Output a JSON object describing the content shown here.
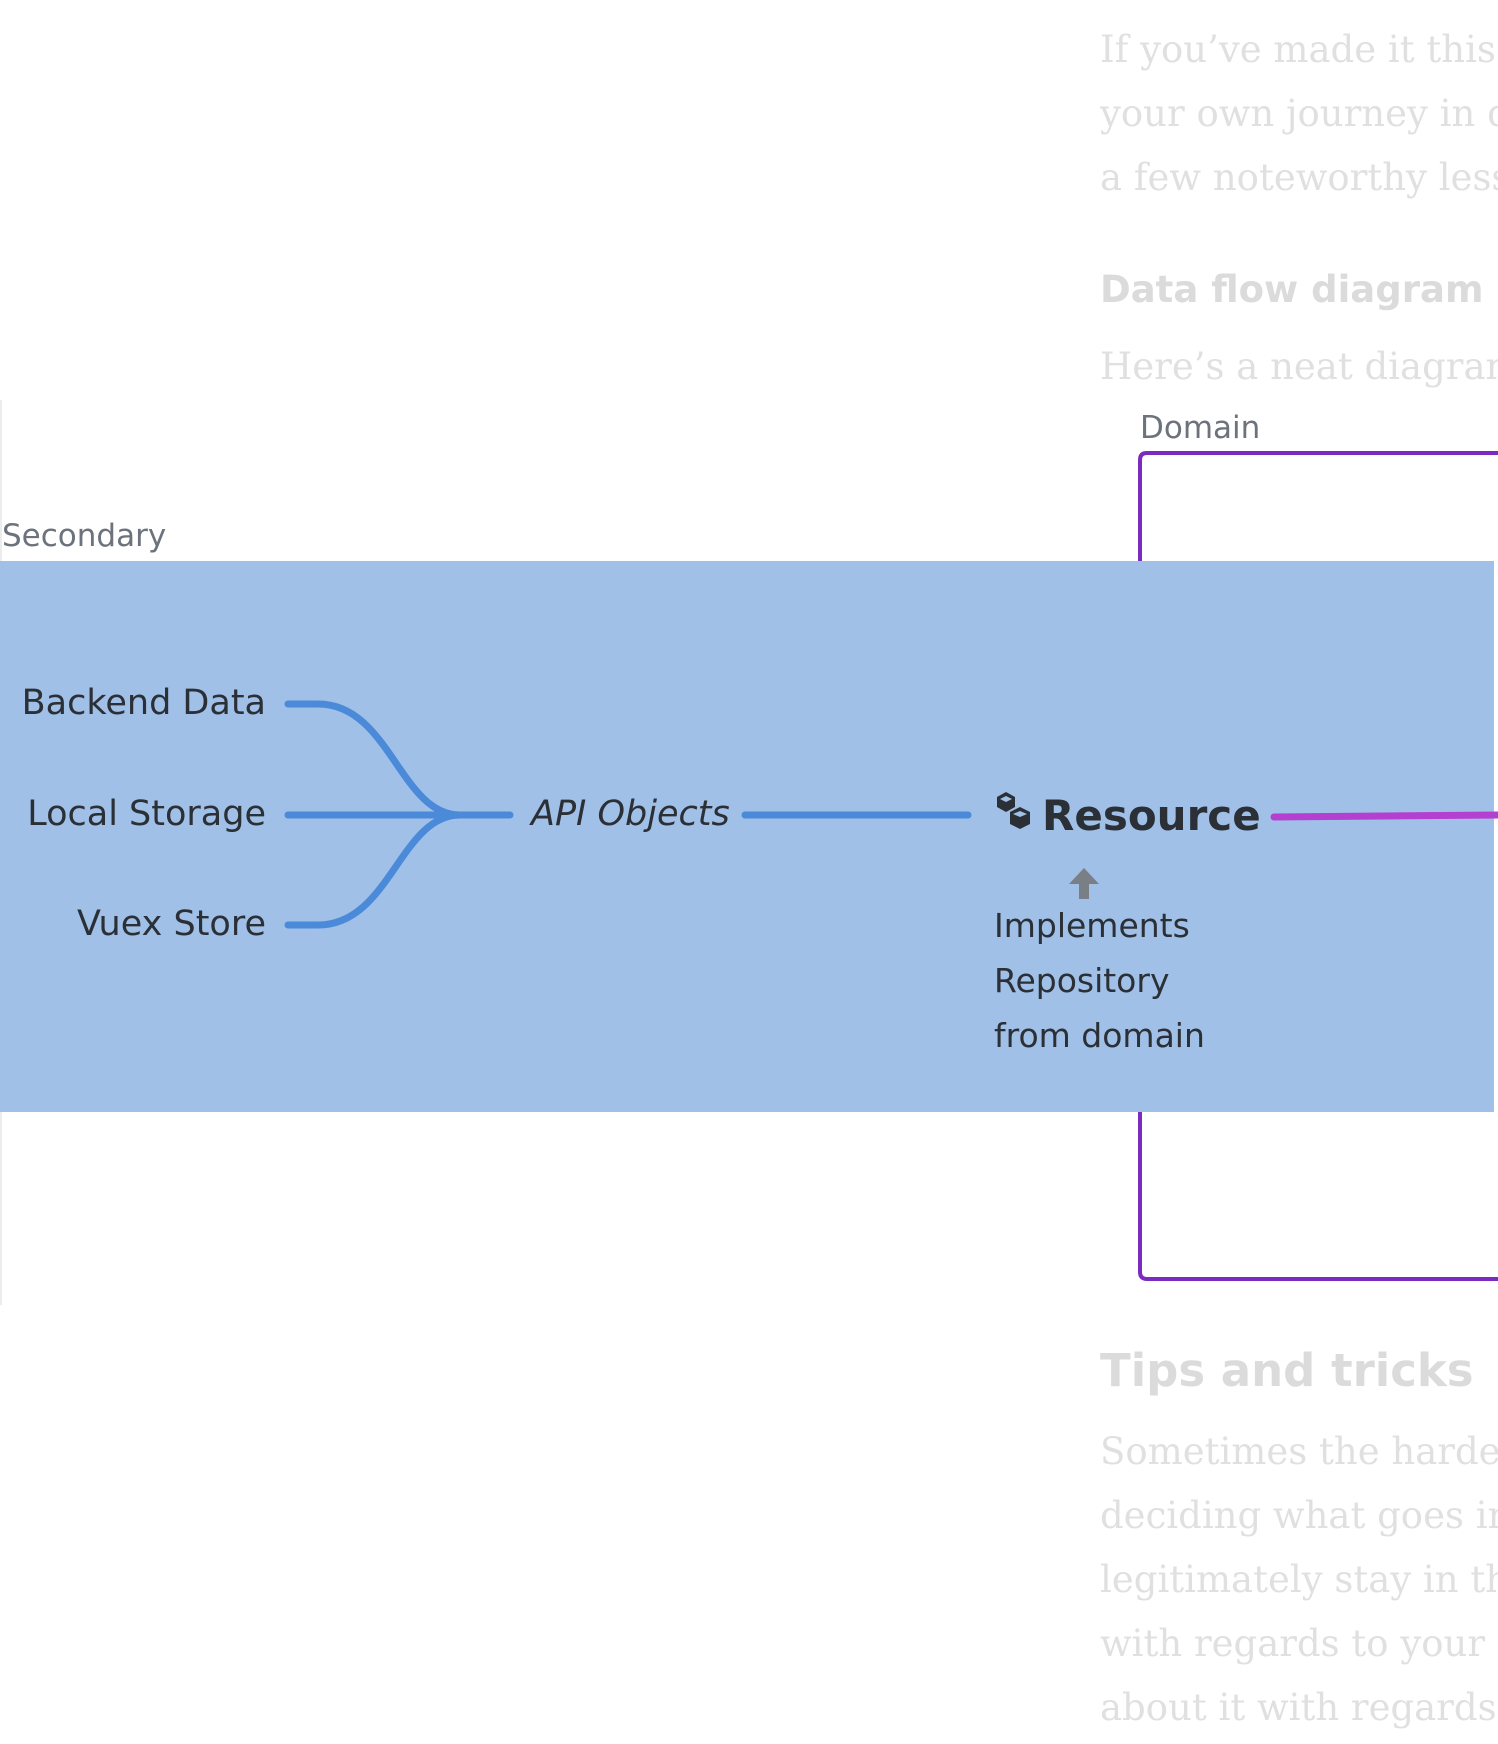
{
  "article": {
    "intro_lines": [
      "If you’ve made it this fa",
      "your own journey in do",
      "a few noteworthy lesso"
    ],
    "heading_1": "Data flow diagram",
    "heading_1_text": "Here’s a neat diagram t",
    "heading_2": "Tips and tricks",
    "tips_lines": [
      "Sometimes the hardest",
      "deciding what goes in t",
      "legitimately stay in the",
      "with regards to your fr",
      "about it with regards to"
    ]
  },
  "diagram": {
    "domain_label": "Domain",
    "secondary_label": "Secondary",
    "sources": [
      "Backend Data",
      "Local Storage",
      "Vuex Store"
    ],
    "api_objects": "API Objects",
    "resource": "Resource",
    "resource_icon": "cubes-icon",
    "arrow_icon": "arrow-up-icon",
    "note_lines": [
      "Implements",
      "Repository",
      "from domain"
    ],
    "colors": {
      "secondary_band": "#a0c0e8",
      "flow_line": "#4a8ad9",
      "domain_border": "#7b2bbf",
      "domain_link": "#b43fd1",
      "label": "#6c737d",
      "text": "#2b2f36"
    }
  }
}
